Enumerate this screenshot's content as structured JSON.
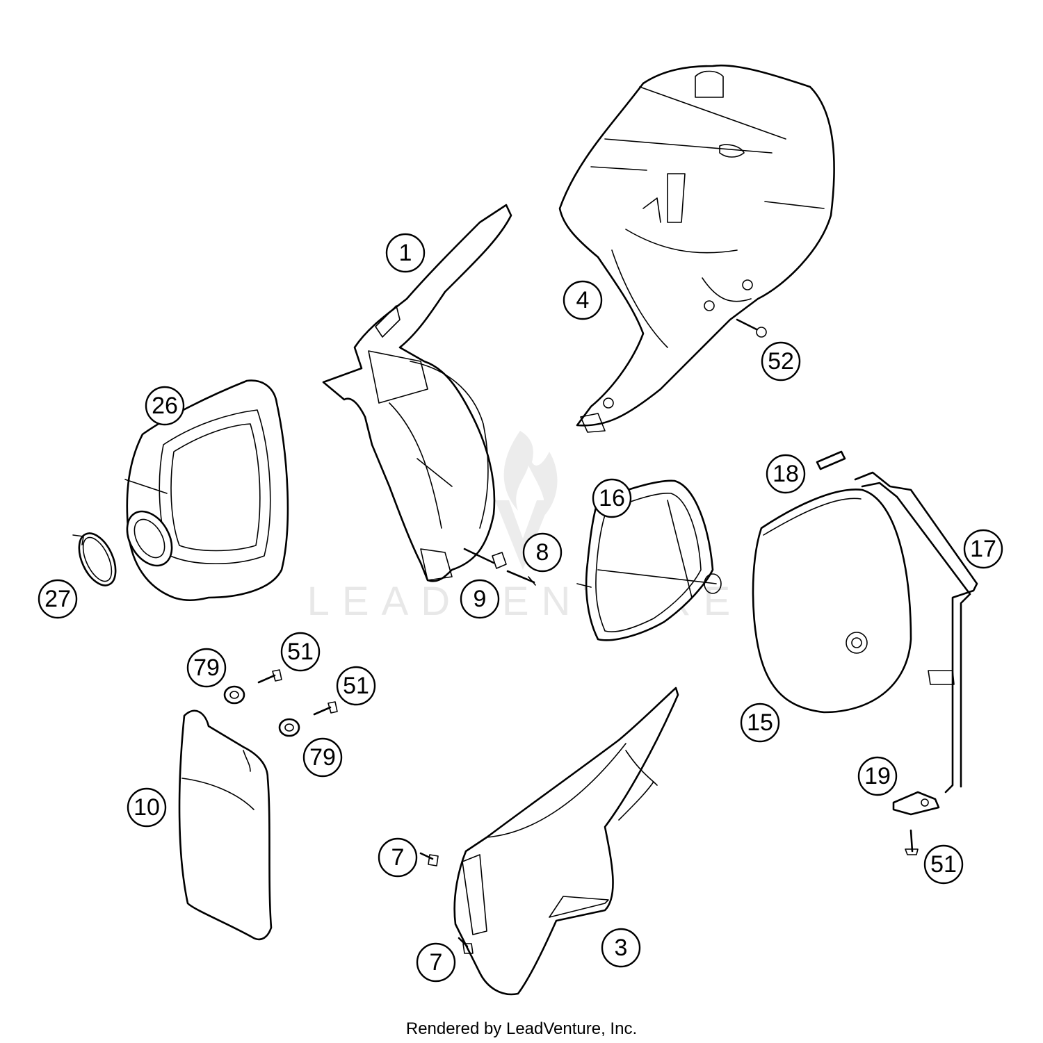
{
  "watermark": {
    "text": "LEADVENTURE",
    "brand_color": "#e6e6e6"
  },
  "footer": {
    "credit": "Rendered by LeadVenture, Inc."
  },
  "callouts": {
    "c1": "1",
    "c4": "4",
    "c52": "52",
    "c26": "26",
    "c27": "27",
    "c16": "16",
    "c18": "18",
    "c17": "17",
    "c15": "15",
    "c8": "8",
    "c9": "9",
    "c79a": "79",
    "c51a": "51",
    "c51b": "51",
    "c79b": "79",
    "c10": "10",
    "c19": "19",
    "c51c": "51",
    "c7a": "7",
    "c7b": "7",
    "c3": "3"
  }
}
